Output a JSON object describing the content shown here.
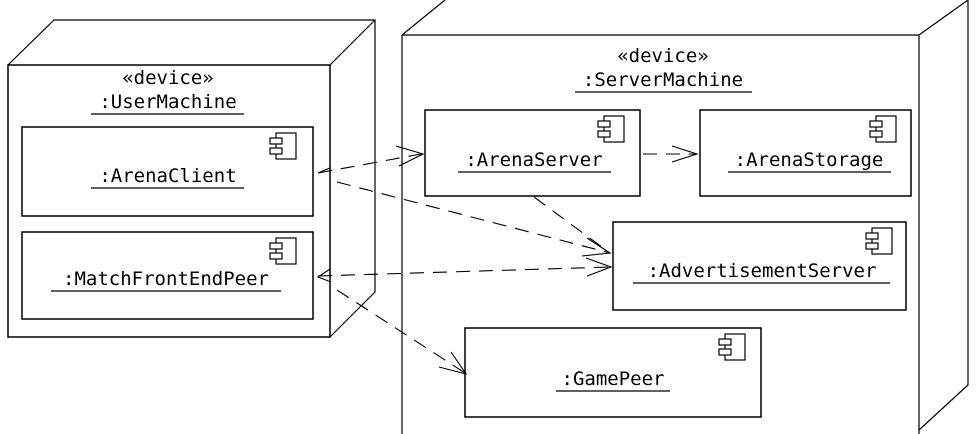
{
  "nodes": {
    "user_machine": {
      "stereotype": "«device»",
      "name": ":UserMachine"
    },
    "server_machine": {
      "stereotype": "«device»",
      "name": ":ServerMachine"
    }
  },
  "components": {
    "arena_client": ":ArenaClient",
    "match_front_end_peer": ":MatchFrontEndPeer",
    "arena_server": ":ArenaServer",
    "arena_storage": ":ArenaStorage",
    "advertisement_server": ":AdvertisementServer",
    "game_peer": ":GamePeer"
  },
  "dependencies": [
    {
      "from": ":ArenaClient",
      "to": ":ArenaServer"
    },
    {
      "from": ":ArenaClient",
      "to": ":AdvertisementServer"
    },
    {
      "from": ":ArenaServer",
      "to": ":ArenaStorage"
    },
    {
      "from": ":ArenaServer",
      "to": ":AdvertisementServer"
    },
    {
      "from": ":MatchFrontEndPeer",
      "to": ":AdvertisementServer"
    },
    {
      "from": ":MatchFrontEndPeer",
      "to": ":GamePeer"
    }
  ]
}
